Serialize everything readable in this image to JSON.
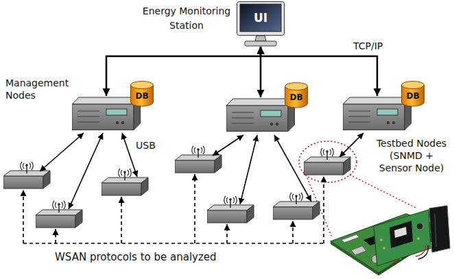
{
  "diagram": {
    "nodes": [
      {
        "text": [
          "Energy Monitoring Station",
          "UI"
        ]
      },
      {
        "text": [
          "DB"
        ]
      },
      {
        "text": [
          "DB"
        ]
      },
      {
        "text": [
          "DB"
        ]
      }
    ],
    "edges": [
      {
        "from": 0,
        "to": 1,
        "arrow": "both"
      },
      {
        "from": 0,
        "to": 2,
        "arrow": "both"
      },
      {
        "from": 0,
        "to": 3,
        "arrow": "both"
      }
    ],
    "labels": [
      "TCP/IP",
      "Management Nodes",
      "USB",
      "Testbed Nodes (SNMD + Sensor Node)",
      "WSAN protocols to be analyzed"
    ]
  }
}
